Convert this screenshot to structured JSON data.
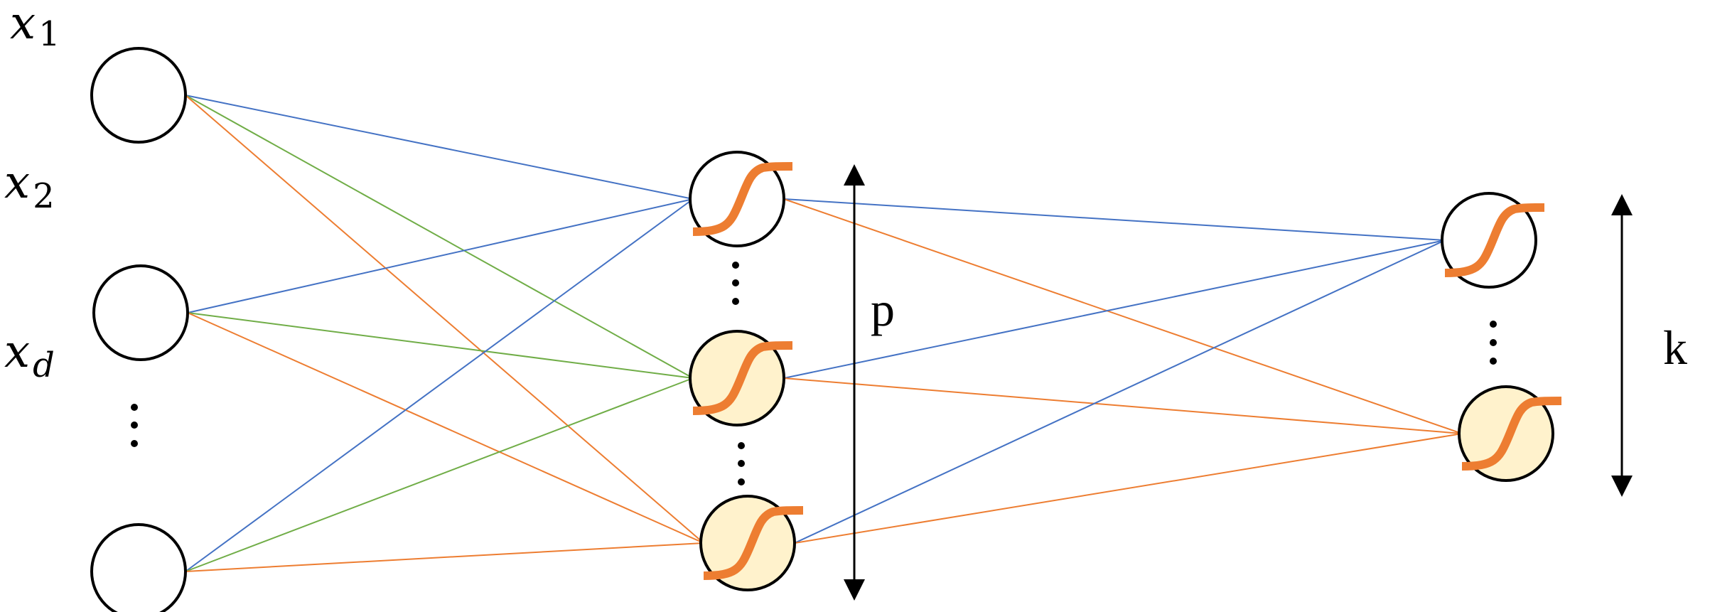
{
  "diagram": {
    "type": "neural-network",
    "colors": {
      "blue_edge": "#4472C4",
      "green_edge": "#70AD47",
      "orange_edge": "#ED7D31",
      "sigmoid": "#ED7D31",
      "node_fill_active": "#FFF2CC",
      "node_fill_plain": "#FFFFFF",
      "node_stroke": "#000000"
    },
    "inputs": {
      "labels": [
        {
          "var": "x",
          "sub": "1"
        },
        {
          "var": "x",
          "sub": "2"
        },
        {
          "var": "x",
          "sub": "d"
        }
      ]
    },
    "hidden": {
      "size_label": "p",
      "activation_icon": "sigmoid-icon"
    },
    "output": {
      "size_label": "k",
      "activation_icon": "sigmoid-icon"
    }
  }
}
